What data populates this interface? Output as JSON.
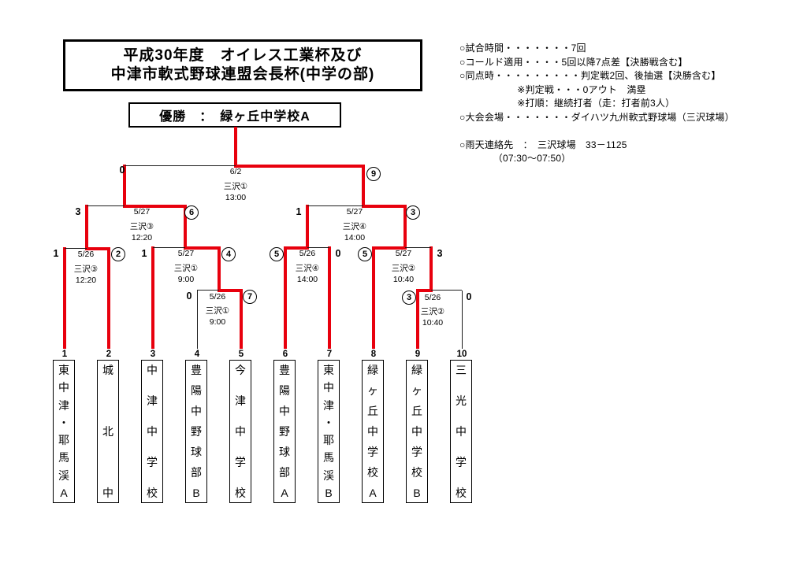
{
  "title": {
    "line1": "平成30年度　オイレス工業杯及び",
    "line2": "中津市軟式野球連盟会長杯(中学の部)"
  },
  "champion": {
    "text": "優勝　：　緑ヶ丘中学校A"
  },
  "rules": {
    "lines": [
      "○試合時間・・・・・・・7回",
      "○コールド適用・・・・5回以降7点差【決勝戦含む】",
      "○同点時・・・・・・・・・判定戦2回、後抽選【決勝含む】",
      "　　　　　　※判定戦・・・0アウト　満塁",
      "　　　　　　※打順：継続打者（走：打者前3人）",
      "○大会会場・・・・・・・ダイハツ九州軟式野球場（三沢球場）",
      "",
      "○雨天連絡先　：　三沢球場　33－1125",
      "　　　　（07:30～07:50）"
    ]
  },
  "teams": [
    {
      "seed": "1",
      "name": "東中津・耶馬渓A"
    },
    {
      "seed": "2",
      "name": "城北中"
    },
    {
      "seed": "3",
      "name": "中津中学校"
    },
    {
      "seed": "4",
      "name": "豊陽中野球部B"
    },
    {
      "seed": "5",
      "name": "今津中学校"
    },
    {
      "seed": "6",
      "name": "豊陽中野球部A"
    },
    {
      "seed": "7",
      "name": "東中津・耶馬渓B"
    },
    {
      "seed": "8",
      "name": "緑ヶ丘中学校A"
    },
    {
      "seed": "9",
      "name": "緑ヶ丘中学校B"
    },
    {
      "seed": "10",
      "name": "三光中学校"
    }
  ],
  "matches": {
    "round1_a": {
      "date": "5/26",
      "venue": "三沢①",
      "time": "9:00",
      "left_score": "0",
      "right_score": "7",
      "winner": "right"
    },
    "round1_b": {
      "date": "5/26",
      "venue": "三沢②",
      "time": "10:40",
      "left_score": "3",
      "right_score": "0",
      "winner": "left"
    },
    "qf1": {
      "date": "5/26",
      "venue": "三沢③",
      "time": "12:20",
      "left_score": "1",
      "right_score": "2",
      "winner": "right"
    },
    "qf2": {
      "date": "5/27",
      "venue": "三沢①",
      "time": "9:00",
      "left_score": "1",
      "right_score": "4",
      "winner": "right"
    },
    "qf3": {
      "date": "5/26",
      "venue": "三沢④",
      "time": "14:00",
      "left_score": "5",
      "right_score": "0",
      "winner": "left"
    },
    "qf4": {
      "date": "5/27",
      "venue": "三沢②",
      "time": "10:40",
      "left_score": "5",
      "right_score": "3",
      "winner": "left"
    },
    "sf1": {
      "date": "5/27",
      "venue": "三沢③",
      "time": "12:20",
      "left_score": "3",
      "right_score": "6",
      "winner": "right"
    },
    "sf2": {
      "date": "5/27",
      "venue": "三沢④",
      "time": "14:00",
      "left_score": "1",
      "right_score": "3",
      "winner": "right"
    },
    "final": {
      "date": "6/2",
      "venue": "三沢①",
      "time": "13:00",
      "left_score": "0",
      "right_score": "9",
      "winner": "right"
    }
  },
  "colors": {
    "winner_path": "#e8000d",
    "line": "#000000"
  }
}
